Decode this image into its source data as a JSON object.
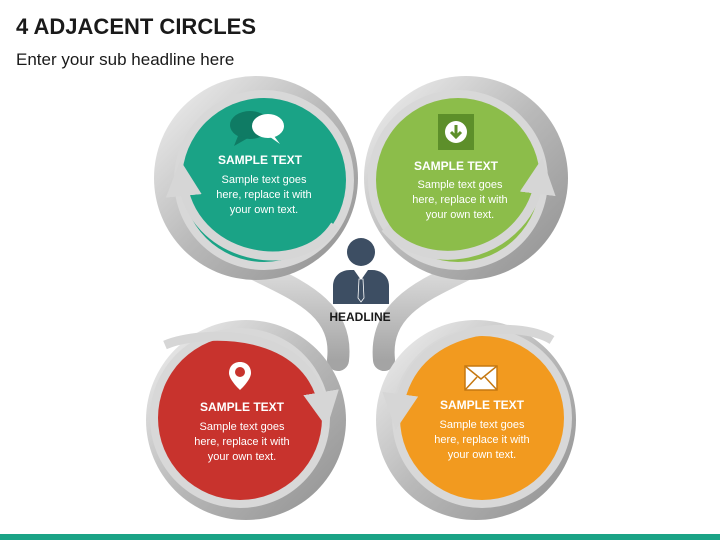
{
  "header": {
    "title": "4 ADJACENT CIRCLES",
    "subtitle": "Enter your sub headline here"
  },
  "center": {
    "label": "HEADLINE",
    "icon": "person-icon"
  },
  "circles": [
    {
      "id": "top-left",
      "color": "#1aa386",
      "icon": "chat-bubbles-icon",
      "title": "SAMPLE TEXT",
      "body": [
        "Sample text goes",
        "here, replace it with",
        "your own text."
      ]
    },
    {
      "id": "top-right",
      "color": "#8cbd4a",
      "icon": "download-icon",
      "title": "SAMPLE TEXT",
      "body": [
        "Sample text goes",
        "here, replace it with",
        "your own text."
      ]
    },
    {
      "id": "bottom-left",
      "color": "#c8332d",
      "icon": "location-pin-icon",
      "title": "SAMPLE TEXT",
      "body": [
        "Sample text goes",
        "here, replace it with",
        "your own text."
      ]
    },
    {
      "id": "bottom-right",
      "color": "#f29a1f",
      "icon": "envelope-icon",
      "title": "SAMPLE TEXT",
      "body": [
        "Sample text goes",
        "here, replace it with",
        "your own text."
      ]
    }
  ],
  "colors": {
    "accent_bar": "#1aa386",
    "silver": "#c4c4c4",
    "person": "#3d4e63"
  }
}
